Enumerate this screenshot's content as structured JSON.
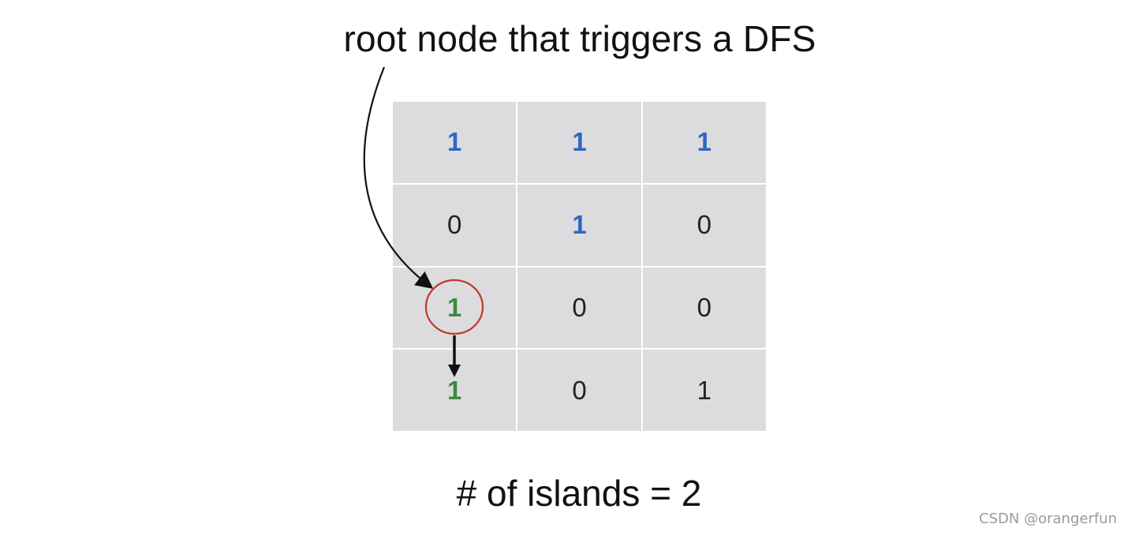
{
  "diagram": {
    "annotation": "root node that triggers a DFS",
    "result": "# of islands = 2",
    "grid": [
      [
        {
          "value": "1",
          "kind": "land-blue"
        },
        {
          "value": "1",
          "kind": "land-blue"
        },
        {
          "value": "1",
          "kind": "land-blue"
        }
      ],
      [
        {
          "value": "0",
          "kind": "plain"
        },
        {
          "value": "1",
          "kind": "land-blue"
        },
        {
          "value": "0",
          "kind": "plain"
        }
      ],
      [
        {
          "value": "1",
          "kind": "land-green"
        },
        {
          "value": "0",
          "kind": "plain"
        },
        {
          "value": "0",
          "kind": "plain"
        }
      ],
      [
        {
          "value": "1",
          "kind": "land-green"
        },
        {
          "value": "0",
          "kind": "plain"
        },
        {
          "value": "1",
          "kind": "plain"
        }
      ]
    ],
    "colors": {
      "cell_background": "#dcdcde",
      "visited_island": "#2f66c2",
      "current_dfs": "#3c8a3c",
      "root_highlight": "#c0392b",
      "arrow": "#111111"
    }
  },
  "watermark": "CSDN @orangerfun"
}
